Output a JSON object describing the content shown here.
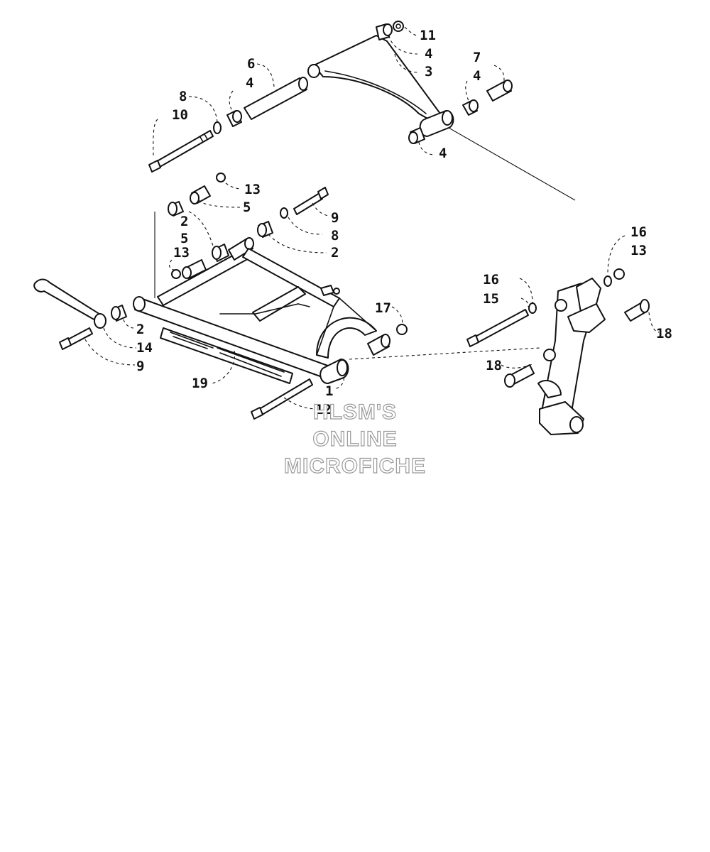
{
  "callouts": {
    "c1": "1",
    "c2a": "2",
    "c2b": "2",
    "c2c": "2",
    "c3": "3",
    "c4a": "4",
    "c4b": "4",
    "c4c": "4",
    "c4d": "4",
    "c5a": "5",
    "c5b": "5",
    "c6": "6",
    "c7": "7",
    "c8a": "8",
    "c8b": "8",
    "c9a": "9",
    "c9b": "9",
    "c10": "10",
    "c11": "11",
    "c12": "12",
    "c13a": "13",
    "c13b": "13",
    "c13c": "13",
    "c14": "14",
    "c15": "15",
    "c16a": "16",
    "c16b": "16",
    "c17": "17",
    "c18a": "18",
    "c18b": "18",
    "c19": "19"
  },
  "watermark": {
    "line1": "HLSM'S",
    "line2": "ONLINE",
    "line3": "MICROFICHE"
  }
}
